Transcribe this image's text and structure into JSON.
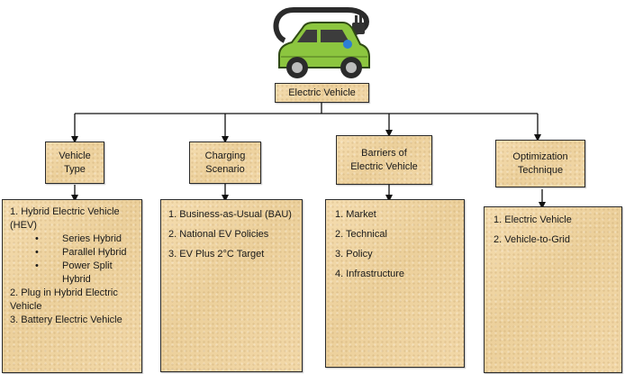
{
  "root": {
    "label": "Electric Vehicle"
  },
  "categories": [
    {
      "title_line1": "Vehicle",
      "title_line2": "Type",
      "items": {
        "i1": "1. Hybrid Electric Vehicle (HEV)",
        "s1": "Series Hybrid",
        "s2": "Parallel Hybrid",
        "s3": "Power Split Hybrid",
        "i2": "2. Plug in Hybrid Electric Vehicle",
        "i3": "3. Battery Electric Vehicle"
      }
    },
    {
      "title_line1": "Charging",
      "title_line2": "Scenario",
      "items": [
        "1. Business-as-Usual (BAU)",
        "2. National EV Policies",
        "3. EV Plus 2°C Target"
      ]
    },
    {
      "title_line1": "Barriers of",
      "title_line2": "Electric Vehicle",
      "items": [
        "1. Market",
        "2. Technical",
        "3. Policy",
        "4. Infrastructure"
      ]
    },
    {
      "title_line1": "Optimization",
      "title_line2": "Technique",
      "items": [
        "1. Electric Vehicle",
        "2. Vehicle-to-Grid"
      ]
    }
  ],
  "colors": {
    "box_fill": "#f1d9a9",
    "car_green": "#8cc63f",
    "car_dark": "#3c3c3c",
    "plug_blue": "#2d7fd3"
  },
  "icons": {
    "logo": "electric-car-plug-icon",
    "bullet": "bullet-dot"
  }
}
